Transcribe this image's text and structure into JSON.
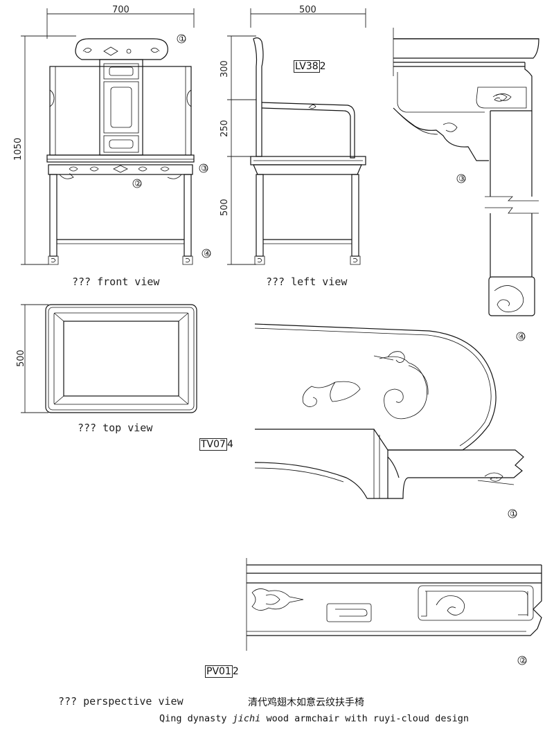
{
  "dimensions": {
    "front_width": "700",
    "side_width": "500",
    "total_height": "1050",
    "back_height": "300",
    "arm_height": "250",
    "seat_height": "500",
    "top_depth": "500"
  },
  "view_labels": {
    "front": "??? front view",
    "left": "??? left view",
    "top": "??? top view",
    "perspective": "??? perspective view"
  },
  "tags": {
    "lv": {
      "boxed": "LV38",
      "suffix": "2"
    },
    "tv": {
      "boxed": "TV07",
      "suffix": "4"
    },
    "pv": {
      "boxed": "PV01",
      "suffix": "2"
    }
  },
  "detail_markers": [
    "①",
    "②",
    "③",
    "④"
  ],
  "caption": {
    "chinese": "清代鸡翅木如意云纹扶手椅",
    "english_pre": "Qing dynasty ",
    "english_italic": "jichi",
    "english_post": " wood armchair with ruyi-cloud design"
  }
}
